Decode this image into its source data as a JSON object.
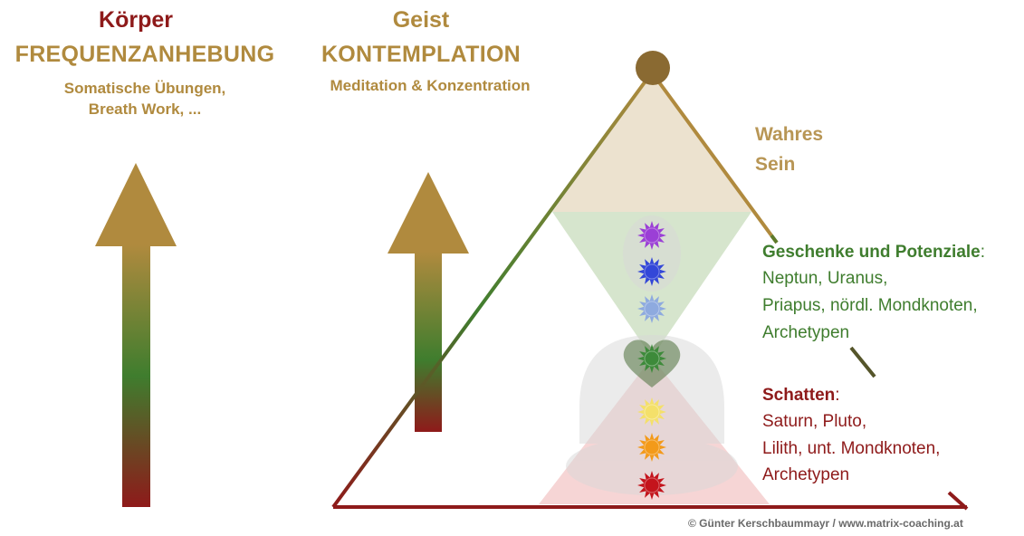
{
  "body_column": {
    "title": "Körper",
    "heading": "FREQUENZANHEBUNG",
    "subtitle_line1": "Somatische Übungen,",
    "subtitle_line2": "Breath Work, ..."
  },
  "mind_column": {
    "title": "Geist",
    "heading": "KONTEMPLATION",
    "subtitle": "Meditation & Konzentration"
  },
  "pyramid_top_label": {
    "line1": "Wahres",
    "line2": "Sein"
  },
  "gifts_block": {
    "heading": "Geschenke und Potenziale",
    "colon": ":",
    "line1": "Neptun, Uranus,",
    "line2": "Priapus, nördl. Mondknoten,",
    "line3": "Archetypen"
  },
  "shadow_block": {
    "heading": "Schatten",
    "colon": ":",
    "line1": "Saturn, Pluto,",
    "line2": "Lilith, unt. Mondknoten,",
    "line3": "Archetypen"
  },
  "chakras": [
    {
      "name": "crown",
      "color": "#9b3fd6"
    },
    {
      "name": "third-eye",
      "color": "#3347d8"
    },
    {
      "name": "throat",
      "color": "#8eaadf"
    },
    {
      "name": "heart",
      "color": "#3d8a3a"
    },
    {
      "name": "solar-plexus",
      "color": "#f4e06a"
    },
    {
      "name": "sacral",
      "color": "#f39a1a"
    },
    {
      "name": "root",
      "color": "#c4141c"
    }
  ],
  "colors": {
    "gold": "#b08a3e",
    "green": "#3f7d2e",
    "red": "#8e1a1a"
  },
  "credit": "© Günter Kerschbaummayr / www.matrix-coaching.at"
}
